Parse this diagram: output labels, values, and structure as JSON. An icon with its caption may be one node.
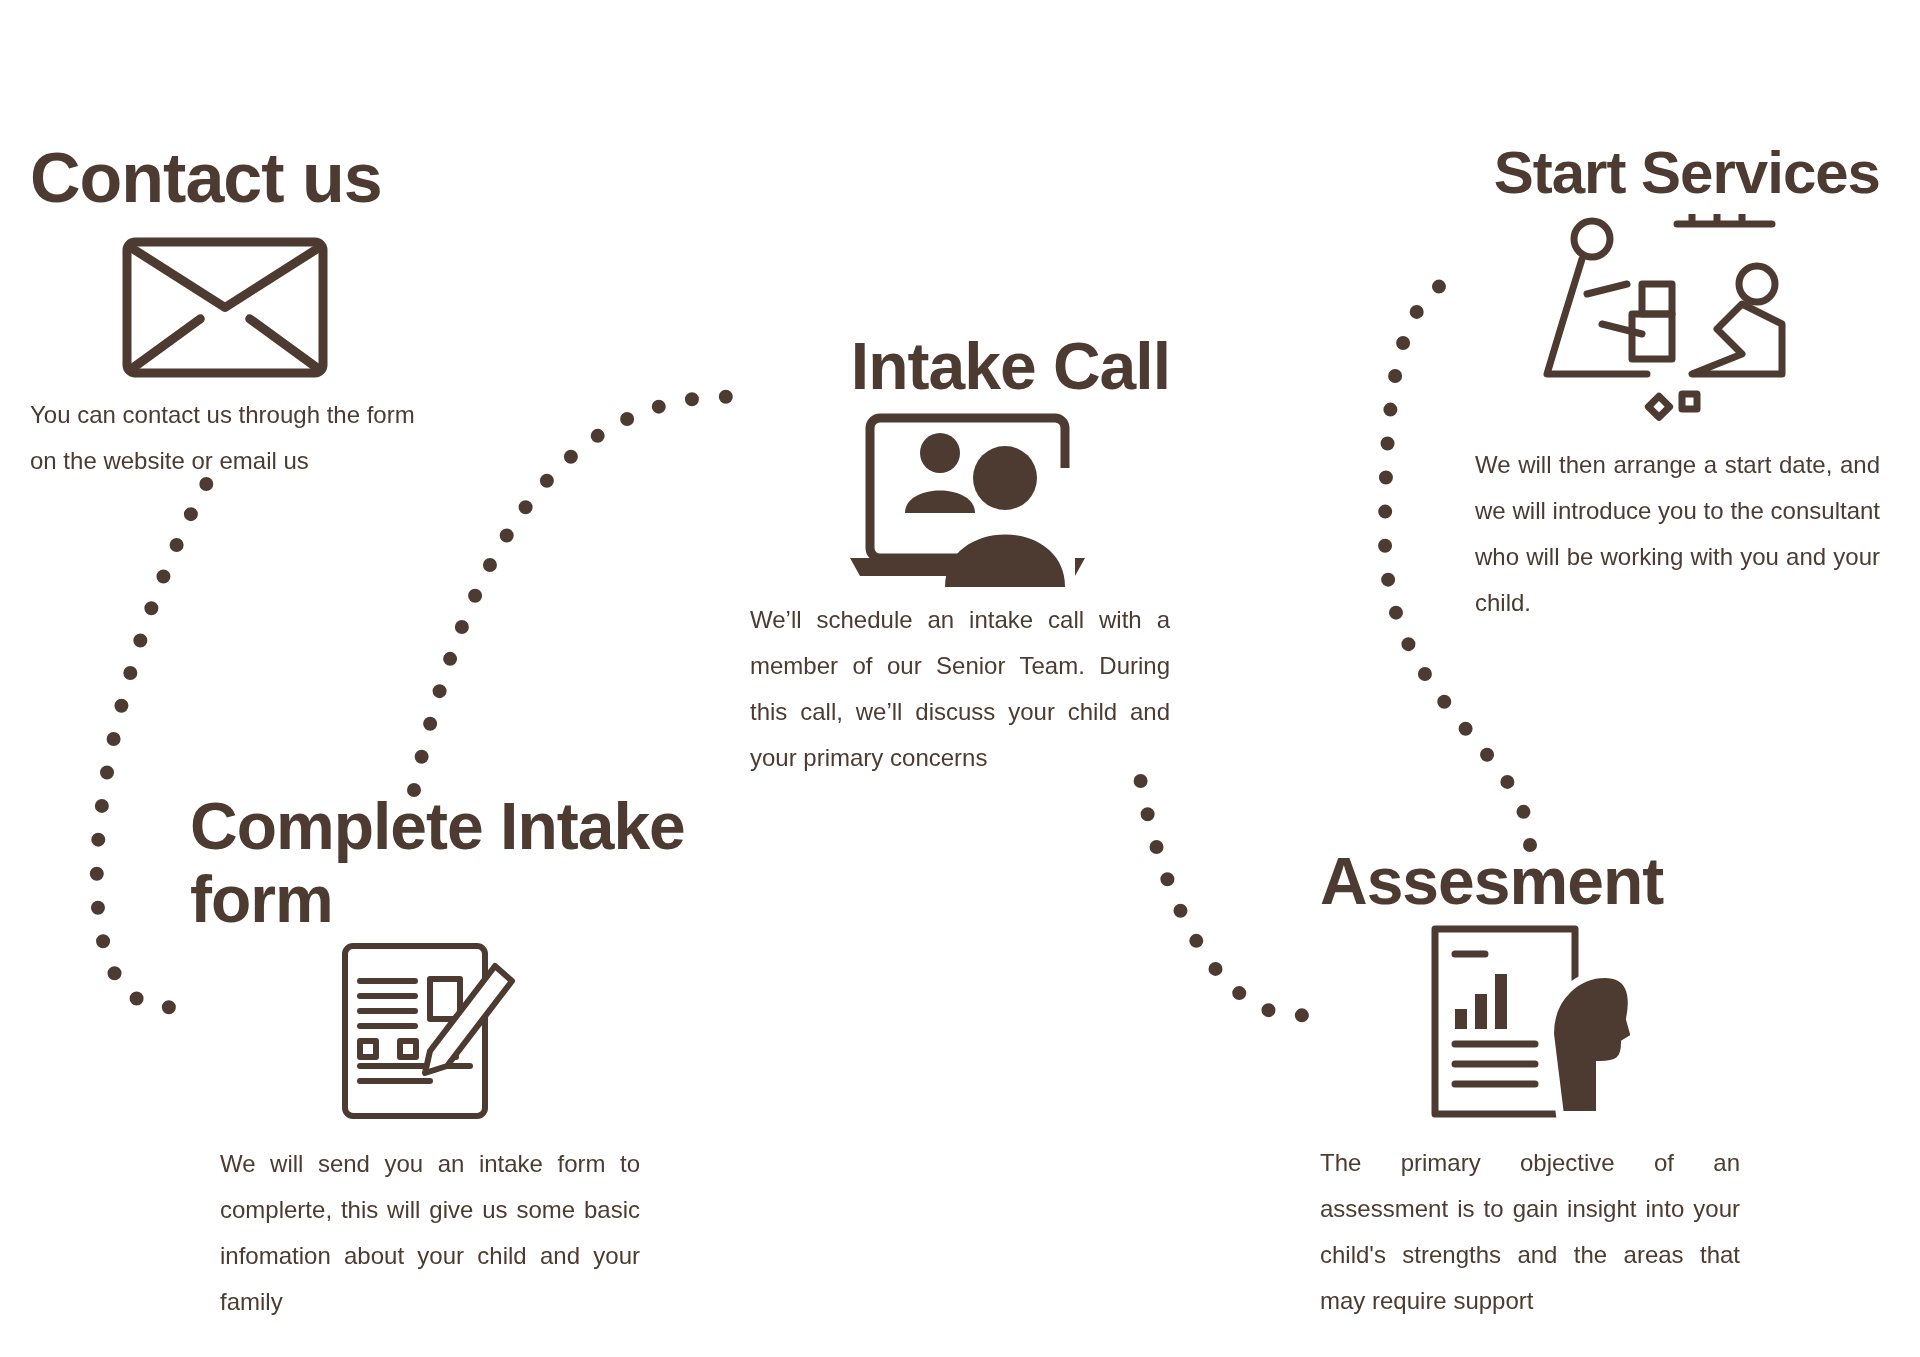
{
  "diagram": {
    "nodes": [
      {
        "text": [
          "Contact us",
          "You can contact us through the form on the website or email us"
        ]
      },
      {
        "text": [
          "Complete Intake form",
          "We will send you an intake form to complerte, this will give us some basic infomation about your child and your family"
        ]
      },
      {
        "text": [
          "Intake Call",
          "We’ll schedule an intake call with a member of our Senior Team. During this call, we’ll discuss your child and your primary concerns"
        ]
      },
      {
        "text": [
          "Assesment",
          "The primary objective of an assessment is to gain insight into your child's strengths and the areas that may require support"
        ]
      },
      {
        "text": [
          "Start Services",
          "We will then arrange a start date, and we will introduce you to the consultant who will be working with you and your child."
        ]
      }
    ],
    "edges": [
      {
        "from": 0,
        "to": 1,
        "arrow": "none"
      },
      {
        "from": 1,
        "to": 2,
        "arrow": "none"
      },
      {
        "from": 2,
        "to": 3,
        "arrow": "none"
      },
      {
        "from": 3,
        "to": 4,
        "arrow": "none"
      }
    ]
  }
}
